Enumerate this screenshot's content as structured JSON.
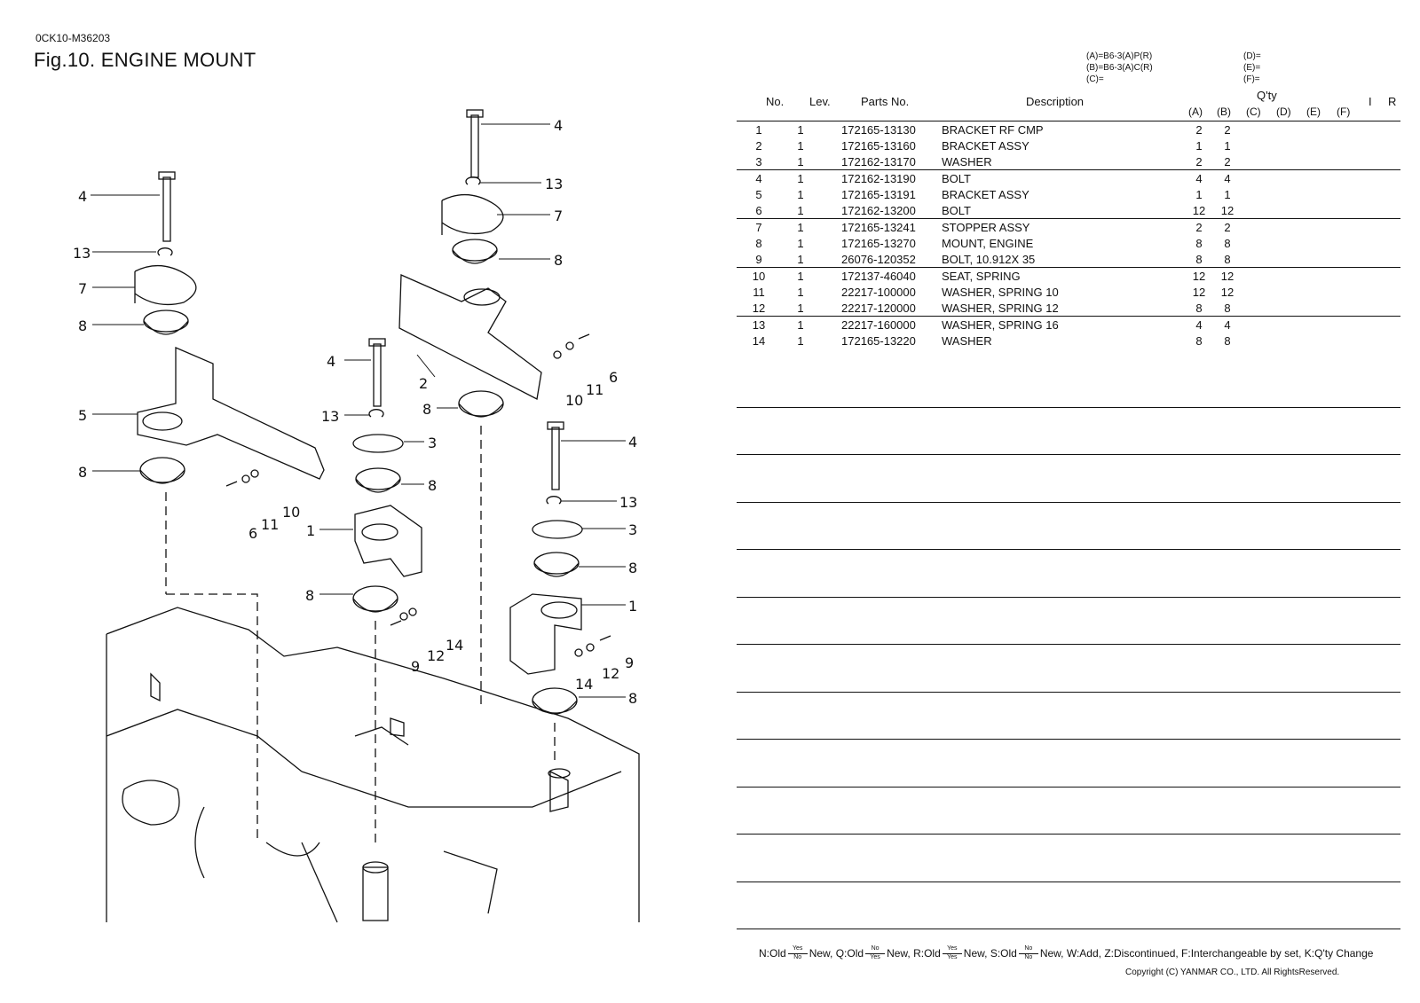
{
  "header": {
    "doc_id": "0CK10-M36203",
    "fig_title": "Fig.10.  ENGINE MOUNT"
  },
  "model_legend": {
    "left": [
      "(A)=B6-3(A)P(R)",
      "(B)=B6-3(A)C(R)",
      "(C)="
    ],
    "right": [
      "(D)=",
      "(E)=",
      "(F)="
    ]
  },
  "table": {
    "headers": {
      "no": "No.",
      "lev": "Lev.",
      "parts_no": "Parts No.",
      "description": "Description",
      "qty": "Q'ty",
      "a": "(A)",
      "b": "(B)",
      "c": "(C)",
      "d": "(D)",
      "e": "(E)",
      "f": "(F)",
      "i": "I",
      "r": "R"
    },
    "rows": [
      {
        "no": "1",
        "lev": "1",
        "parts_no": "172165-13130",
        "description": "BRACKET RF CMP",
        "a": "2",
        "b": "2"
      },
      {
        "no": "2",
        "lev": "1",
        "parts_no": "172165-13160",
        "description": "BRACKET ASSY",
        "a": "1",
        "b": "1"
      },
      {
        "no": "3",
        "lev": "1",
        "parts_no": "172162-13170",
        "description": "WASHER",
        "a": "2",
        "b": "2"
      },
      {
        "no": "4",
        "lev": "1",
        "parts_no": "172162-13190",
        "description": "BOLT",
        "a": "4",
        "b": "4"
      },
      {
        "no": "5",
        "lev": "1",
        "parts_no": "172165-13191",
        "description": "BRACKET ASSY",
        "a": "1",
        "b": "1"
      },
      {
        "no": "6",
        "lev": "1",
        "parts_no": "172162-13200",
        "description": "BOLT",
        "a": "12",
        "b": "12"
      },
      {
        "no": "7",
        "lev": "1",
        "parts_no": "172165-13241",
        "description": "STOPPER ASSY",
        "a": "2",
        "b": "2"
      },
      {
        "no": "8",
        "lev": "1",
        "parts_no": "172165-13270",
        "description": "MOUNT, ENGINE",
        "a": "8",
        "b": "8"
      },
      {
        "no": "9",
        "lev": "1",
        "parts_no": "26076-120352",
        "description": "BOLT, 10.912X 35",
        "a": "8",
        "b": "8"
      },
      {
        "no": "10",
        "lev": "1",
        "parts_no": "172137-46040",
        "description": "SEAT, SPRING",
        "a": "12",
        "b": "12"
      },
      {
        "no": "11",
        "lev": "1",
        "parts_no": "22217-100000",
        "description": "WASHER, SPRING 10",
        "a": "12",
        "b": "12"
      },
      {
        "no": "12",
        "lev": "1",
        "parts_no": "22217-120000",
        "description": "WASHER, SPRING 12",
        "a": "8",
        "b": "8"
      },
      {
        "no": "13",
        "lev": "1",
        "parts_no": "22217-160000",
        "description": "WASHER, SPRING 16",
        "a": "4",
        "b": "4"
      },
      {
        "no": "14",
        "lev": "1",
        "parts_no": "172165-13220",
        "description": "WASHER",
        "a": "8",
        "b": "8"
      }
    ]
  },
  "callouts": {
    "c4": "4",
    "c13": "13",
    "c7": "7",
    "c8": "8",
    "c5": "5",
    "c2": "2",
    "c6": "6",
    "c10": "10",
    "c11": "11",
    "c3": "3",
    "c1": "1",
    "c9": "9",
    "c12": "12",
    "c14": "14"
  },
  "footer": {
    "n_old": "N:Old",
    "n_new": "New,",
    "q_old": "Q:Old",
    "q_new": "New,",
    "r_old": "R:Old",
    "r_new": "New,",
    "s_old": "S:Old",
    "s_new": "New,",
    "rest": "W:Add, Z:Discontinued, F:Interchangeable by set, K:Q'ty Change",
    "yes": "Yes",
    "no": "No",
    "copyright": "Copyright (C)  YANMAR CO., LTD. All RightsReserved."
  }
}
